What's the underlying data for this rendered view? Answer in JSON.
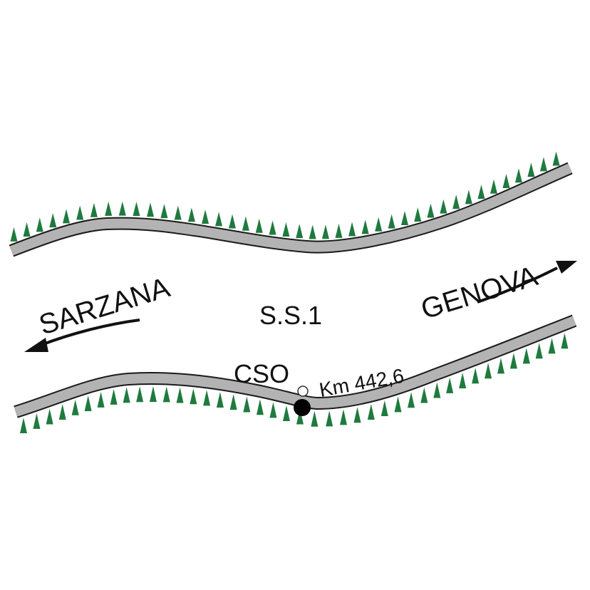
{
  "diagram": {
    "road_name": "S.S.1",
    "direction_left": "SARZANA",
    "direction_right": "GENOVA",
    "station_code": "CSO",
    "station_km": "Km 442,6"
  },
  "colors": {
    "road_fill": "#b3b3b3",
    "road_outline": "#1a1a1a",
    "vegetation": "#1f7a3e",
    "text": "#111111",
    "marker": "#000000"
  },
  "icons": {
    "station_marker": "filled-circle-icon",
    "station_ref": "hollow-circle-icon",
    "arrow_left": "arrow-left-icon",
    "arrow_right": "arrow-right-icon",
    "vegetation": "tree-triangle-icon"
  }
}
